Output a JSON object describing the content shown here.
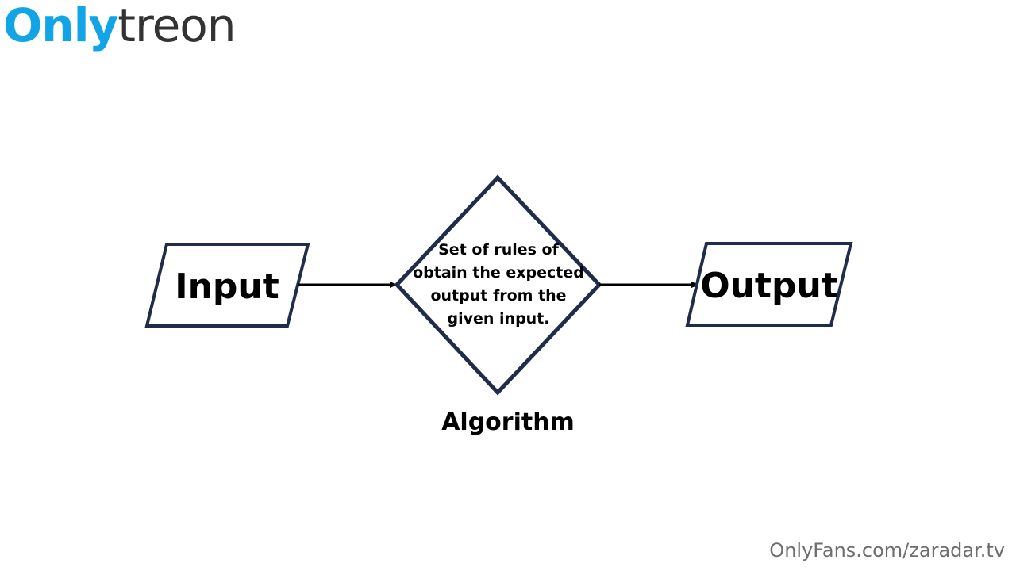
{
  "branding": {
    "logo_part1": "Only",
    "logo_part2": "treon",
    "logo_color_part1": "#12a5e6",
    "logo_color_part2": "#333333",
    "watermark": "OnlyFans.com/zaradar.tv",
    "watermark_color": "#6e6e6e"
  },
  "diagram": {
    "stroke_color": "#1f2d4a",
    "arrow_color": "#000000",
    "input_label": "Input",
    "output_label": "Output",
    "decision_lines": [
      "Set of rules of",
      "obtain the expected",
      "output from the",
      "given input."
    ],
    "algorithm_label": "Algorithm"
  }
}
